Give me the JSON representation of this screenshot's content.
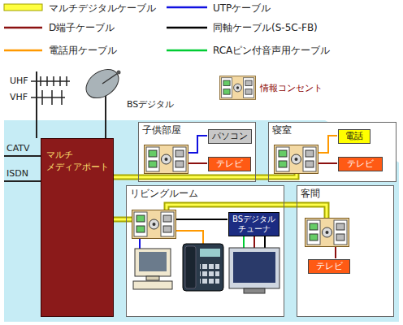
{
  "diagram": {
    "nodes": [
      {
        "text": [
          "マルチ メディアポート"
        ]
      },
      {
        "text": [
          "子供部屋"
        ]
      },
      {
        "text": [
          "パソコン"
        ],
        "in": 1
      },
      {
        "text": [
          "テレビ"
        ],
        "in": 1
      },
      {
        "text": [
          "寝室"
        ]
      },
      {
        "text": [
          "電話"
        ],
        "in": 4
      },
      {
        "text": [
          "テレビ"
        ],
        "in": 4
      },
      {
        "text": [
          "リビングルーム"
        ]
      },
      {
        "text": [
          "BSデジタル チューナ"
        ],
        "in": 7
      },
      {
        "text": [
          "客間"
        ]
      },
      {
        "text": [
          "テレビ"
        ],
        "in": 9
      }
    ],
    "edges": [
      {
        "from": 0,
        "to": 1,
        "arrow": "none"
      },
      {
        "from": 1,
        "to": 4,
        "arrow": "none"
      },
      {
        "from": 0,
        "to": 7,
        "arrow": "none"
      },
      {
        "from": 7,
        "to": 9,
        "arrow": "none"
      }
    ],
    "labels": [
      "UHF",
      "VHF",
      "BSデジタル",
      "CATV",
      "ISDN"
    ],
    "legend": [
      {
        "text": "マルチデジタルケーブル"
      },
      {
        "text": "UTPケーブル"
      },
      {
        "text": "D端子ケーブル"
      },
      {
        "text": "同軸ケーブル(S-5C-FB)"
      },
      {
        "text": "電話用ケーブル"
      },
      {
        "text": "RCAピン付音声用ケーブル"
      },
      {
        "text": "情報コンセント"
      }
    ]
  }
}
